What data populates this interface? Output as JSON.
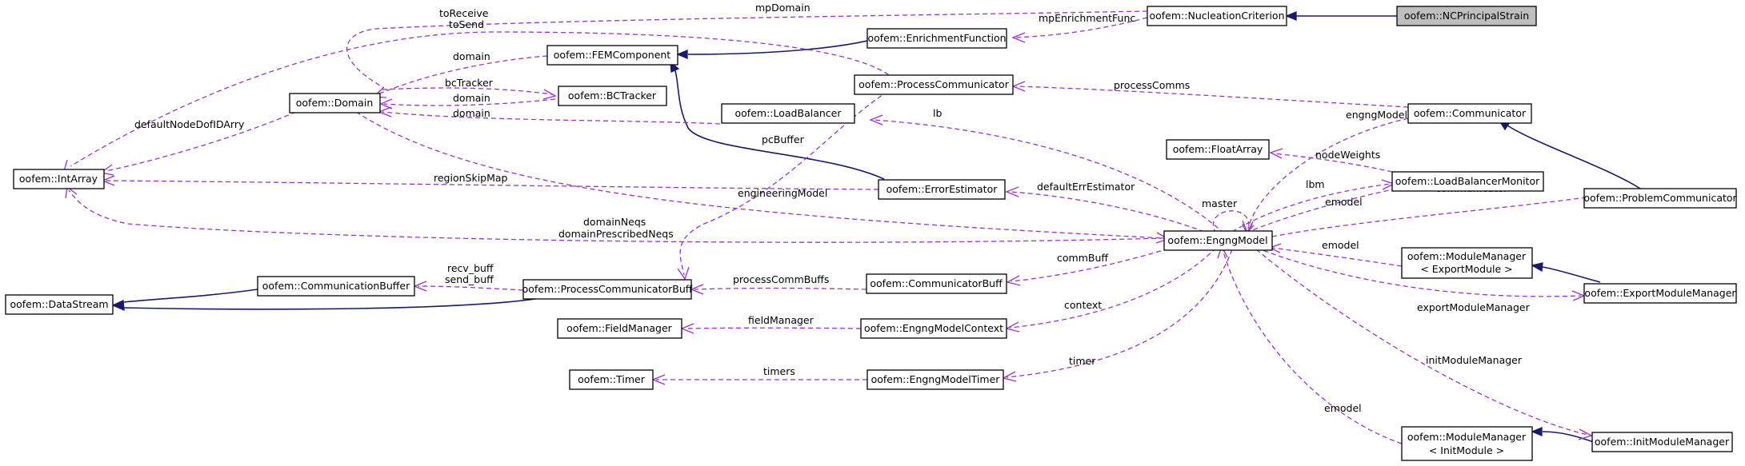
{
  "colors": {
    "usage_edge": "#9a32cd",
    "inheritance_edge": "#191970",
    "focus_fill": "#bfbfbf"
  },
  "nodes": {
    "ncprincipalstrain": "oofem::NCPrincipalStrain",
    "nucleationcriterion": "oofem::NucleationCriterion",
    "enrichmentfunction": "oofem::EnrichmentFunction",
    "femcomponent": "oofem::FEMComponent",
    "domain": "oofem::Domain",
    "bctracker": "oofem::BCTracker",
    "processcommunicator": "oofem::ProcessCommunicator",
    "loadbalancer": "oofem::LoadBalancer",
    "intarray": "oofem::IntArray",
    "communicator": "oofem::Communicator",
    "floatarray": "oofem::FloatArray",
    "loadbalancermonitor": "oofem::LoadBalancerMonitor",
    "errorestimator": "oofem::ErrorEstimator",
    "problemcommunicator": "oofem::ProblemCommunicator",
    "engngmodel": "oofem::EngngModel",
    "modulemanager_export_l1": "oofem::ModuleManager",
    "modulemanager_export_l2": "< ExportModule >",
    "exportmodulemanager": "oofem::ExportModuleManager",
    "communicationbuffer": "oofem::CommunicationBuffer",
    "datastream": "oofem::DataStream",
    "processcommunicatorbuff": "oofem::ProcessCommunicatorBuff",
    "communicatorbuff": "oofem::CommunicatorBuff",
    "fieldmanager": "oofem::FieldManager",
    "engngmodelcontext": "oofem::EngngModelContext",
    "timer": "oofem::Timer",
    "engngmodeltimer": "oofem::EngngModelTimer",
    "initmodulemanager": "oofem::InitModuleManager",
    "modulemanager_init_l1": "oofem::ModuleManager",
    "modulemanager_init_l2": "< InitModule >"
  },
  "edge_labels": {
    "toreceive": "toReceive",
    "tosend": "toSend",
    "mpdomain": "mpDomain",
    "mpenrichmentfunc": "mpEnrichmentFunc",
    "domain_fem": "domain",
    "bctracker": "bcTracker",
    "domain_bc": "domain",
    "domain_lb": "domain",
    "defaultnodedofidarry": "defaultNodeDofIDArry",
    "processcomms": "processComms",
    "lb": "lb",
    "engngmodel_comm": "engngModel",
    "nodeweights": "nodeWeights",
    "pcbuffer": "pcBuffer",
    "regionskipmap": "regionSkipMap",
    "defaulterrestimator": "defaultErrEstimator",
    "lbm": "lbm",
    "master": "master",
    "engineeringmodel": "engineeringModel",
    "emodel_lbm": "emodel",
    "nonloccommunicator": "nonlocCommunicator",
    "communicator": "communicator",
    "domainneqs": "domainNeqs",
    "domainprescribedneqs": "domainPrescribedNeqs",
    "emodel_export": "emodel",
    "commbuff": "commBuff",
    "recv_buff": "recv_buff",
    "send_buff": "send_buff",
    "processcommbuffs": "processCommBuffs",
    "context": "context",
    "exportmodulemanager": "exportModuleManager",
    "fieldmanager": "fieldManager",
    "timer": "timer",
    "initmodulemanager": "initModuleManager",
    "timers": "timers",
    "emodel_init": "emodel"
  }
}
